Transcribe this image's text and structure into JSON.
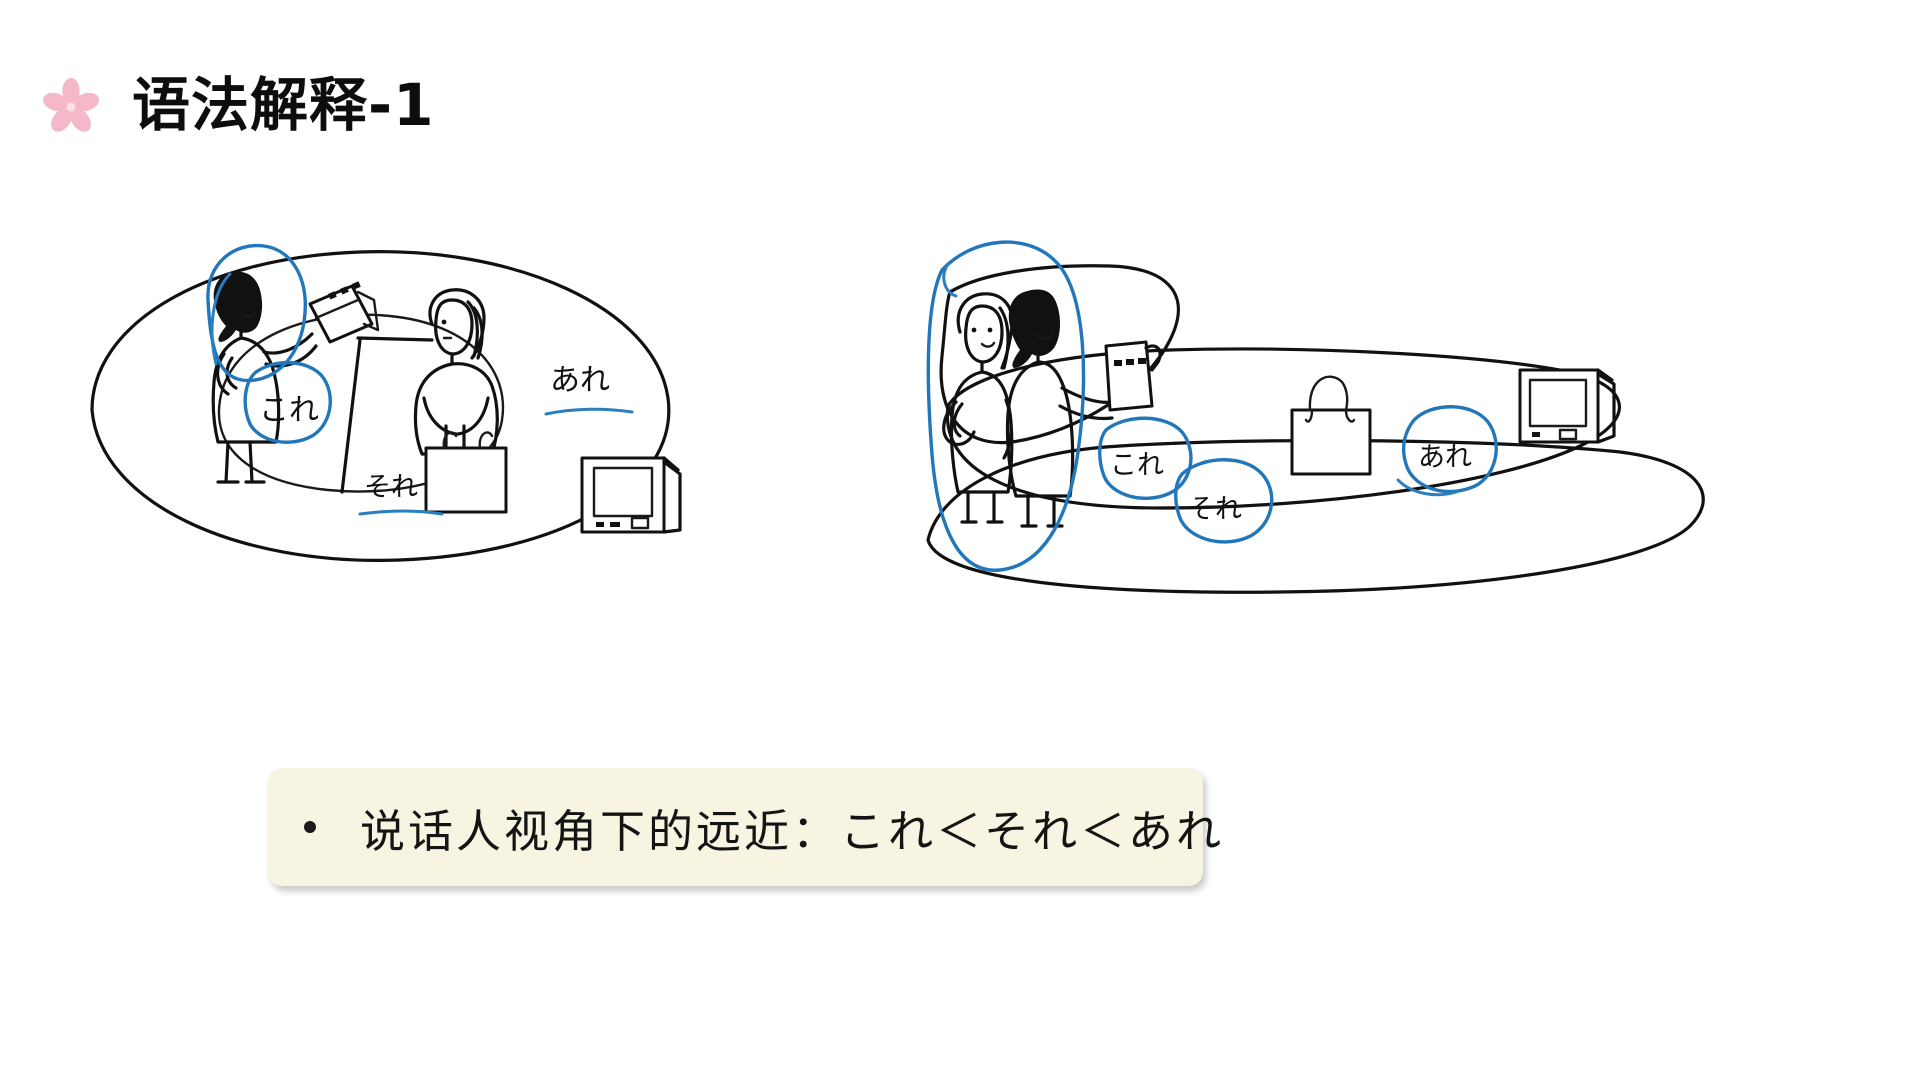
{
  "slide": {
    "background_color": "#ffffff",
    "title": {
      "icon": "sakura-flower-icon",
      "icon_color": "#f4b8c8",
      "text": "语法解释-1"
    },
    "callout": {
      "bullet": "•",
      "text": "说话人视角下的远近：これ＜それ＜あれ",
      "background_color": "#f7f4e2",
      "text_color": "#141414"
    },
    "illustration": {
      "ink_color": "#111111",
      "highlight_color": "#2277bb",
      "left_diagram": {
        "name": "single-speaker-proximity-diagram",
        "caption_speaker": "speaker-woman-standing",
        "labels": [
          {
            "text": "これ",
            "marker": "blue-circle",
            "refers_to": "book-held-by-speaker"
          },
          {
            "text": "それ",
            "marker": "blue-underline",
            "refers_to": "shopping-bag-near-listener"
          },
          {
            "text": "あれ",
            "marker": "blue-underline",
            "refers_to": "television-far-away"
          }
        ]
      },
      "right_diagram": {
        "name": "two-speakers-proximity-diagram",
        "caption_speaker": "two-women-standing-together",
        "labels": [
          {
            "text": "これ",
            "marker": "blue-circle",
            "refers_to": "book-held-by-speaker"
          },
          {
            "text": "それ",
            "marker": "blue-circle",
            "refers_to": "shopping-bag-middle-distance"
          },
          {
            "text": "あれ",
            "marker": "blue-circle",
            "refers_to": "television-far-distance"
          }
        ]
      }
    }
  }
}
